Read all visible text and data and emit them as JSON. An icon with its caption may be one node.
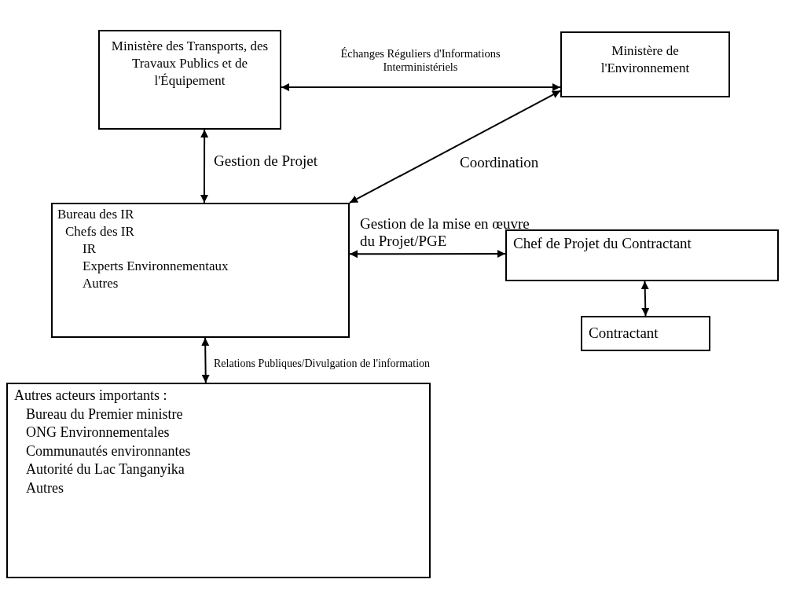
{
  "diagram": {
    "nodes": [
      {
        "text": [
          "Ministère des Transports, des Travaux Publics et de l'Équipement"
        ]
      },
      {
        "text": [
          "Ministère de l'Environnement"
        ]
      },
      {
        "text": [
          "Bureau des IR",
          "Chefs des IR",
          "IR",
          "Experts Environnementaux",
          "Autres"
        ]
      },
      {
        "text": [
          "Chef de Projet du Contractant"
        ]
      },
      {
        "text": [
          "Contractant"
        ]
      },
      {
        "text": [
          "Autres acteurs importants :",
          "Bureau du Premier ministre",
          "ONG Environnementales",
          "Communautés environnantes",
          "Autorité du Lac Tanganyika",
          "Autres"
        ]
      }
    ],
    "edges": [
      {
        "from": 0,
        "to": 1,
        "arrow": "both",
        "label": "Échanges Réguliers d'Informations Interministériels"
      },
      {
        "from": 0,
        "to": 2,
        "arrow": "both",
        "label": "Gestion de Projet"
      },
      {
        "from": 1,
        "to": 2,
        "arrow": "both",
        "label": "Coordination"
      },
      {
        "from": 2,
        "to": 3,
        "arrow": "both",
        "label": "Gestion de la mise en œuvre du Projet/PGE"
      },
      {
        "from": 3,
        "to": 4,
        "arrow": "both"
      },
      {
        "from": 2,
        "to": 5,
        "arrow": "both",
        "label": "Relations Publiques/Divulgation de l'information"
      }
    ]
  }
}
